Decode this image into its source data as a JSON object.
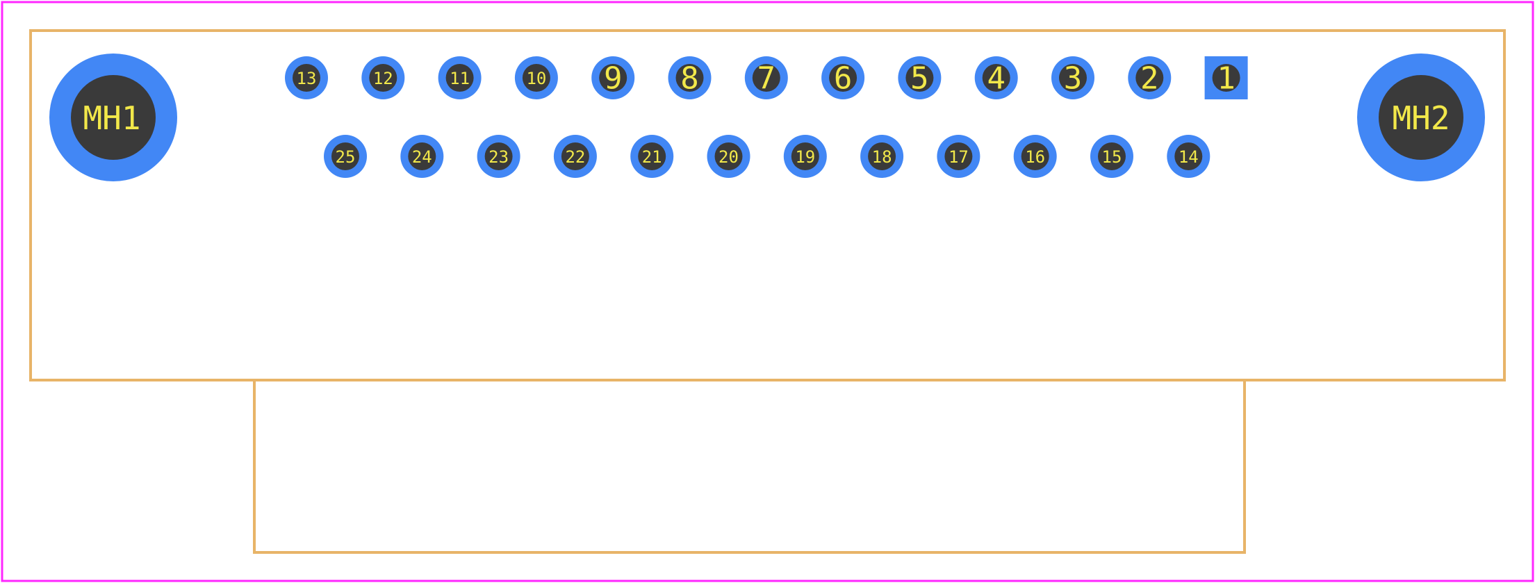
{
  "colors": {
    "background": "#ffffff",
    "board_outline": "#ff26ff",
    "silkscreen": "#e8b468",
    "pad_copper": "#4287f5",
    "drill_hole": "#3a3a3a",
    "label_text": "#f2e84a"
  },
  "mounting_holes": [
    {
      "id": "mh1",
      "label": "MH1"
    },
    {
      "id": "mh2",
      "label": "MH2"
    }
  ],
  "pins_top_row": [
    "13",
    "12",
    "11",
    "10",
    "9",
    "8",
    "7",
    "6",
    "5",
    "4",
    "3",
    "2",
    "1"
  ],
  "pins_bottom_row": [
    "25",
    "24",
    "23",
    "22",
    "21",
    "20",
    "19",
    "18",
    "17",
    "16",
    "15",
    "14"
  ],
  "square_pad_pin": "1"
}
